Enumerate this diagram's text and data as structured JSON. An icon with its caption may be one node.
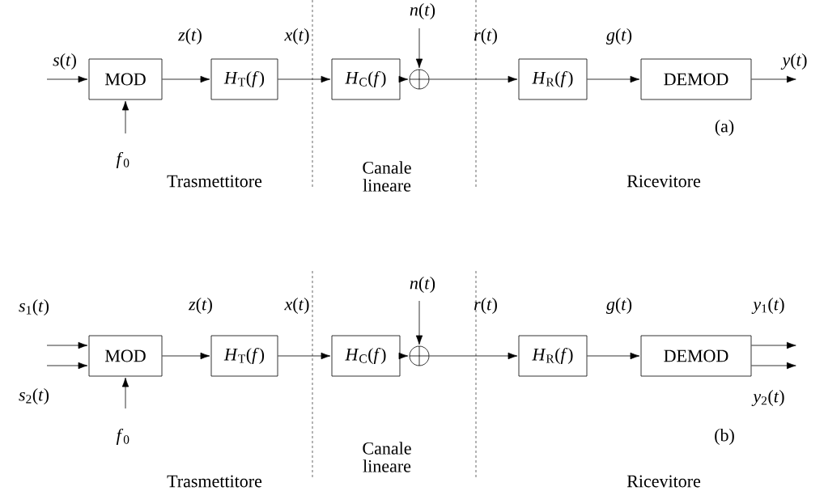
{
  "diagram": {
    "nodes": [
      {
        "text": [
          "MOD"
        ]
      },
      {
        "text": [
          "*H*$_{T}$(*f*)"
        ]
      },
      {
        "text": [
          "*H*$_{C}$(*f*)"
        ]
      },
      {
        "text": [],
        "shape": "circle"
      },
      {
        "text": [
          "*H*$_{R}$(*f*)"
        ]
      },
      {
        "text": [
          "DEMOD"
        ]
      },
      {
        "text": [
          "MOD"
        ]
      },
      {
        "text": [
          "*H*$_{T}$(*f*)"
        ]
      },
      {
        "text": [
          "*H*$_{C}$(*f*)"
        ]
      },
      {
        "text": [],
        "shape": "circle"
      },
      {
        "text": [
          "*H*$_{R}$(*f*)"
        ]
      },
      {
        "text": [
          "DEMOD"
        ]
      }
    ],
    "edges": [
      {
        "from": null,
        "to": 0,
        "arrow": "to",
        "label": "*s*(*t*)"
      },
      {
        "from": null,
        "to": 0,
        "arrow": "to",
        "label": "*f*$_{0}$"
      },
      {
        "from": 0,
        "to": 1,
        "arrow": "to",
        "label": "*z*(*t*)"
      },
      {
        "from": 1,
        "to": 2,
        "arrow": "to",
        "label": "*x*(*t*)"
      },
      {
        "from": 2,
        "to": 3,
        "arrow": "to"
      },
      {
        "from": null,
        "to": 3,
        "arrow": "to",
        "label": "*n*(*t*)"
      },
      {
        "from": 3,
        "to": 4,
        "arrow": "to",
        "label": "*r*(*t*)"
      },
      {
        "from": 4,
        "to": 5,
        "arrow": "to",
        "label": "*g*(*t*)"
      },
      {
        "from": 5,
        "to": null,
        "arrow": "to",
        "label": "*y*(*t*)"
      },
      {
        "from": null,
        "to": 6,
        "arrow": "to",
        "label": "*s*$_{1}$(*t*)"
      },
      {
        "from": null,
        "to": 6,
        "arrow": "to",
        "label": "*s*$_{2}$(*t*)"
      },
      {
        "from": null,
        "to": 6,
        "arrow": "to",
        "label": "*f*$_{0}$"
      },
      {
        "from": 6,
        "to": 7,
        "arrow": "to",
        "label": "*z*(*t*)"
      },
      {
        "from": 7,
        "to": 8,
        "arrow": "to",
        "label": "*x*(*t*)"
      },
      {
        "from": 8,
        "to": 9,
        "arrow": "to"
      },
      {
        "from": null,
        "to": 9,
        "arrow": "to",
        "label": "*n*(*t*)"
      },
      {
        "from": 9,
        "to": 10,
        "arrow": "to",
        "label": "*r*(*t*)"
      },
      {
        "from": 10,
        "to": 11,
        "arrow": "to",
        "label": "*g*(*t*)"
      },
      {
        "from": 11,
        "to": null,
        "arrow": "to",
        "label": "*y*$_{1}$(*t*)"
      },
      {
        "from": 11,
        "to": null,
        "arrow": "to",
        "label": "*y*$_{2}$(*t*)"
      }
    ],
    "labels": [
      "(a)",
      "Trasmettitore",
      "Canale lineare",
      "Ricevitore",
      "(b)",
      "Trasmettitore",
      "Canale lineare",
      "Ricevitore"
    ]
  }
}
